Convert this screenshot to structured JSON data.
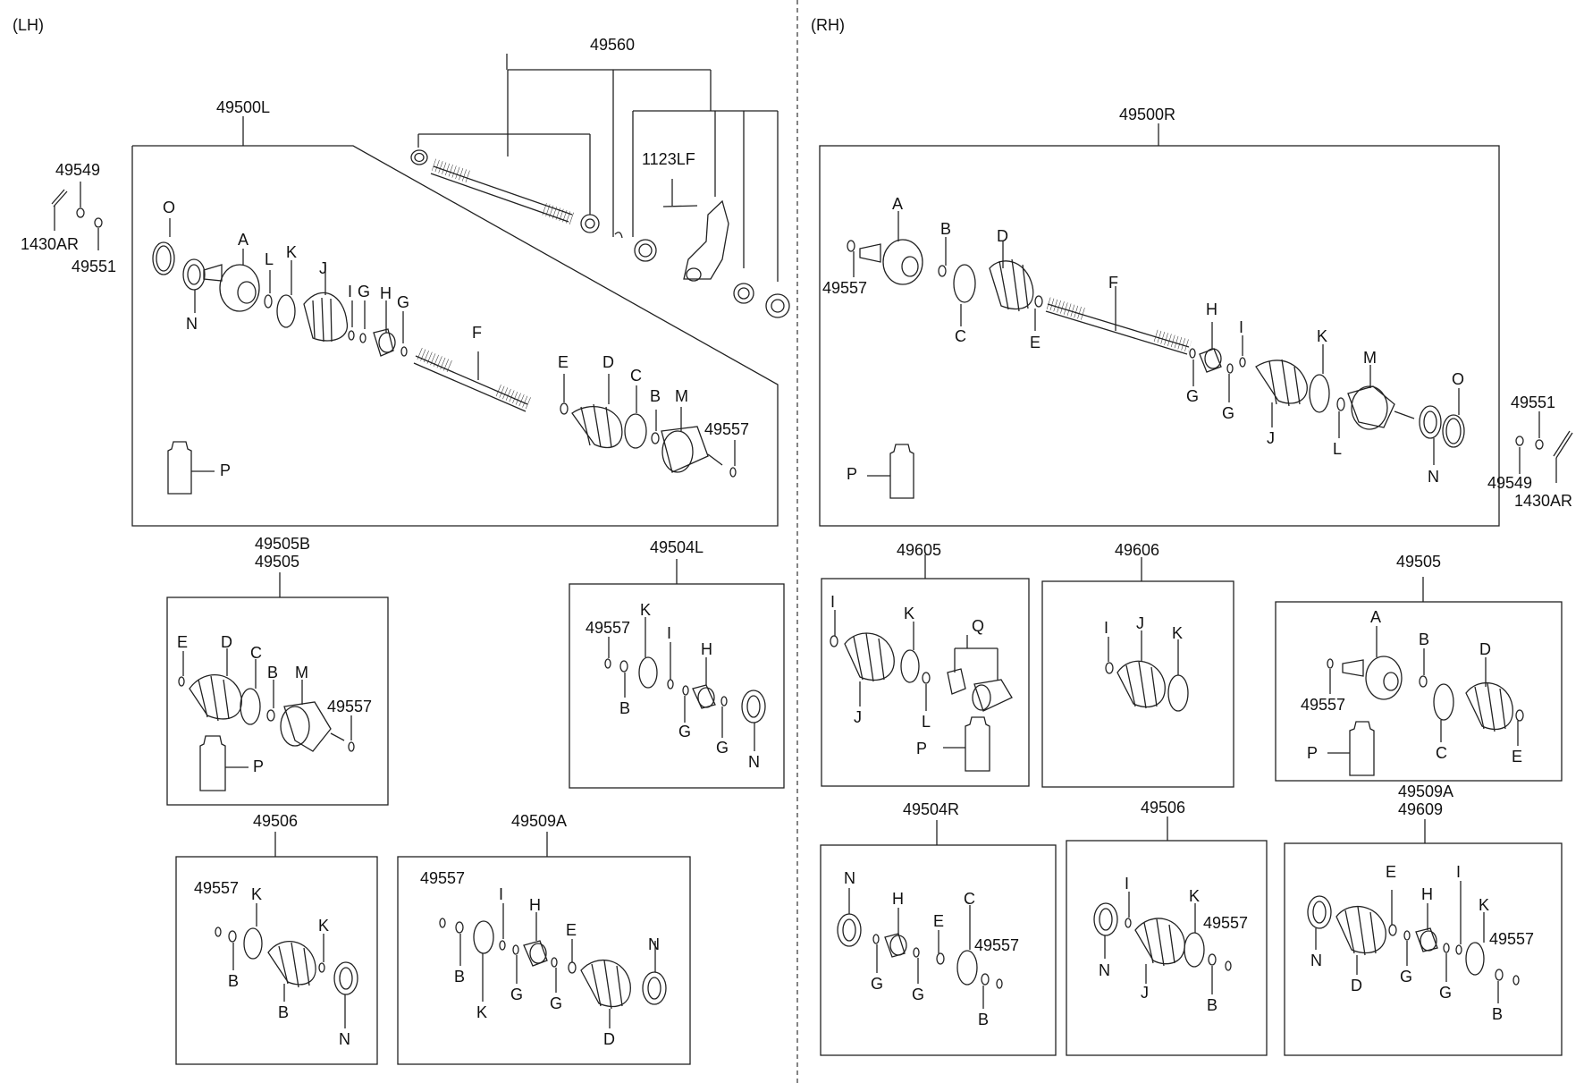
{
  "sides": {
    "left": "(LH)",
    "right": "(RH)"
  },
  "lh_main": {
    "assembly": "49500L",
    "shaft_group": "49560",
    "bracket_bolt": "1123LF",
    "bolt_group": {
      "a": "49549",
      "b": "1430AR",
      "c": "49551"
    },
    "letters": {
      "O": "O",
      "A": "A",
      "L": "L",
      "K": "K",
      "J": "J",
      "I": "I",
      "G1": "G",
      "H": "H",
      "G2": "G",
      "N": "N",
      "F": "F",
      "E": "E",
      "D": "D",
      "C": "C",
      "B": "B",
      "M": "M",
      "P": "P"
    },
    "clip": "49557"
  },
  "rh_main": {
    "assembly": "49500R",
    "bolt_group": {
      "a": "49551",
      "b": "49549",
      "c": "1430AR"
    },
    "letters": {
      "A": "A",
      "B": "B",
      "D": "D",
      "C": "C",
      "E": "E",
      "F": "F",
      "H": "H",
      "I": "I",
      "G1": "G",
      "G2": "G",
      "K": "K",
      "M": "M",
      "J": "J",
      "L": "L",
      "O": "O",
      "N": "N",
      "P": "P"
    },
    "clip": "49557"
  },
  "lh_kits": {
    "k49505": {
      "title1": "49505B",
      "title2": "49505",
      "E": "E",
      "D": "D",
      "C": "C",
      "B": "B",
      "M": "M",
      "clip": "49557",
      "P": "P"
    },
    "k49504L": {
      "title": "49504L",
      "clip": "49557",
      "K": "K",
      "I": "I",
      "H": "H",
      "B": "B",
      "G1": "G",
      "G2": "G",
      "N": "N"
    },
    "k49506": {
      "title": "49506",
      "clip": "49557",
      "K1": "K",
      "K2": "K",
      "B1": "B",
      "B2": "B",
      "N": "N"
    },
    "k49509A": {
      "title": "49509A",
      "clip": "49557",
      "I": "I",
      "H": "H",
      "E": "E",
      "N": "N",
      "B": "B",
      "G1": "G",
      "G2": "G",
      "K": "K",
      "D": "D"
    }
  },
  "rh_kits": {
    "k49605": {
      "title": "49605",
      "I": "I",
      "K": "K",
      "Q": "Q",
      "J": "J",
      "L": "L",
      "P": "P"
    },
    "k49606": {
      "title": "49606",
      "I": "I",
      "J": "J",
      "K": "K"
    },
    "k49505": {
      "title": "49505",
      "A": "A",
      "B": "B",
      "D": "D",
      "clip": "49557",
      "C": "C",
      "E": "E",
      "P": "P"
    },
    "k49504R": {
      "title": "49504R",
      "N": "N",
      "H": "H",
      "E": "E",
      "C": "C",
      "clip": "49557",
      "G1": "G",
      "G2": "G",
      "B": "B"
    },
    "k49506": {
      "title": "49506",
      "I": "I",
      "K": "K",
      "clip": "49557",
      "N": "N",
      "J": "J",
      "B": "B"
    },
    "k49509A": {
      "title1": "49509A",
      "title2": "49609",
      "E": "E",
      "H": "H",
      "I": "I",
      "K": "K",
      "clip": "49557",
      "N": "N",
      "D": "D",
      "G1": "G",
      "G2": "G",
      "B": "B"
    }
  }
}
